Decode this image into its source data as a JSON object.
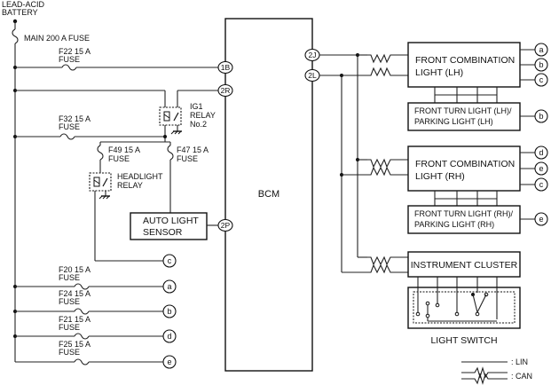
{
  "battery": {
    "line1": "LEAD-ACID",
    "line2": "BATTERY"
  },
  "fuses": {
    "main": "MAIN 200 A FUSE",
    "f22": {
      "line1": "F22 15 A",
      "line2": "FUSE"
    },
    "f32": {
      "line1": "F32 15 A",
      "line2": "FUSE"
    },
    "f49": {
      "line1": "F49 15 A",
      "line2": "FUSE"
    },
    "f47": {
      "line1": "F47 15 A",
      "line2": "FUSE"
    },
    "f20": {
      "line1": "F20 15 A",
      "line2": "FUSE"
    },
    "f24": {
      "line1": "F24 15 A",
      "line2": "FUSE"
    },
    "f21": {
      "line1": "F21 15 A",
      "line2": "FUSE"
    },
    "f25": {
      "line1": "F25 15 A",
      "line2": "FUSE"
    }
  },
  "relays": {
    "ig1": {
      "line1": "IG1",
      "line2": "RELAY",
      "line3": "No.2"
    },
    "headlight": {
      "line1": "HEADLIGHT",
      "line2": "RELAY"
    }
  },
  "sensor": {
    "line1": "AUTO LIGHT",
    "line2": "SENSOR"
  },
  "bcm": {
    "label": "BCM"
  },
  "pins": {
    "p1b": "1B",
    "p2r": "2R",
    "p2p": "2P",
    "p2j": "2J",
    "p2l": "2L"
  },
  "components": {
    "fcl_lh": {
      "line1": "FRONT COMBINATION",
      "line2": "LIGHT (LH)"
    },
    "ftl_lh": {
      "line1": "FRONT TURN LIGHT (LH)/",
      "line2": "PARKING LIGHT (LH)"
    },
    "fcl_rh": {
      "line1": "FRONT COMBINATION",
      "line2": "LIGHT (RH)"
    },
    "ftl_rh": {
      "line1": "FRONT TURN LIGHT (RH)/",
      "line2": "PARKING LIGHT (RH)"
    },
    "cluster": "INSTRUMENT CLUSTER",
    "light_switch": "LIGHT SWITCH"
  },
  "connectors": {
    "a": "a",
    "b": "b",
    "c": "c",
    "d": "d",
    "e": "e"
  },
  "legend": {
    "lin": ": LIN",
    "can": ": CAN"
  }
}
